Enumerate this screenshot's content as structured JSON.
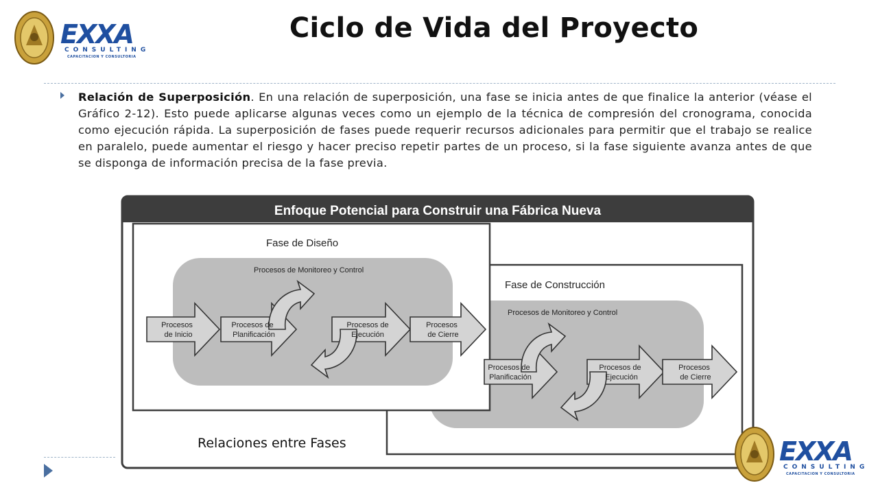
{
  "title": "Ciclo de Vida del Proyecto",
  "paragraph": {
    "lead": "Relación de Superposición",
    "text": ". En una relación de superposición, una fase se inicia antes de que finalice la anterior (véase el Gráfico 2-12). Esto puede aplicarse algunas veces como un ejemplo de la técnica de compresión del cronograma, conocida como ejecución rápida. La superposición de fases puede requerir recursos adicionales para permitir que el trabajo se realice en paralelo, puede aumentar el riesgo y hacer preciso repetir partes de un proceso, si la fase siguiente avanza antes de que se disponga de información precisa de la fase previa."
  },
  "figure": {
    "header": "Enfoque Potencial para Construir una Fábrica Nueva",
    "design_phase": {
      "title": "Fase de Diseño",
      "monitor": "Procesos de Monitoreo y Control",
      "start": [
        "Procesos",
        "de Inicio"
      ],
      "planning": [
        "Procesos de",
        "Planificación"
      ],
      "execution": [
        "Procesos de",
        "Ejecución"
      ],
      "closing": [
        "Procesos",
        "de Cierre"
      ]
    },
    "construction_phase": {
      "title": "Fase de Construcción",
      "monitor": "Procesos de Monitoreo y Control",
      "planning": [
        "Procesos de",
        "Planificación"
      ],
      "execution": [
        "Procesos de",
        "Ejecución"
      ],
      "closing": [
        "Procesos",
        "de Cierre"
      ]
    }
  },
  "caption": "Relaciones entre Fases",
  "logo": {
    "brand": "EXXA",
    "sub": "CONSULTING",
    "tagline": "CAPACITACION Y CONSULTORIA"
  },
  "colors": {
    "accent": "#4a6fa0",
    "brand_blue": "#1f4fa0",
    "diagram_gray": "#bdbdbd",
    "figure_header": "#3d3d3d"
  }
}
